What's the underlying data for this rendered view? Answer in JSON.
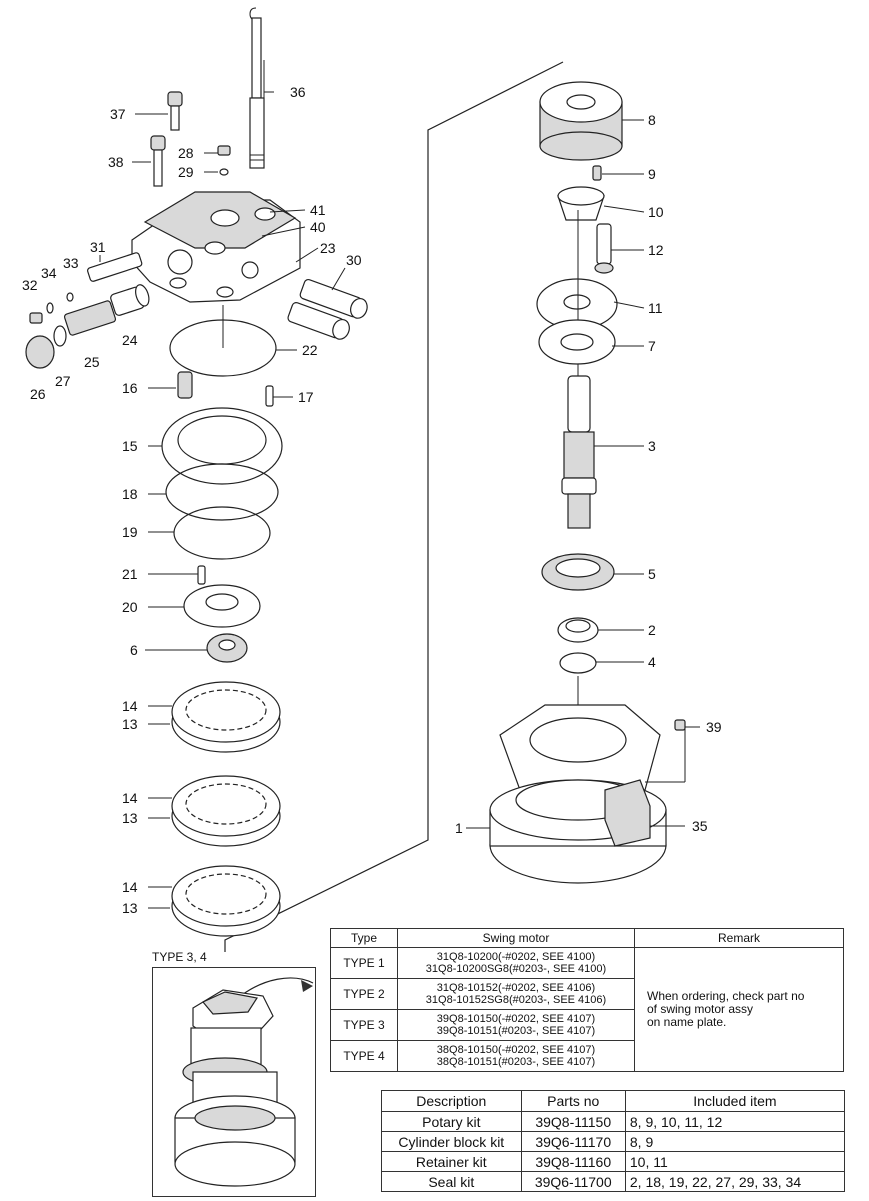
{
  "labels": [
    "1",
    "2",
    "3",
    "4",
    "5",
    "6",
    "7",
    "8",
    "9",
    "10",
    "11",
    "12",
    "13",
    "13",
    "13",
    "14",
    "14",
    "14",
    "15",
    "16",
    "17",
    "18",
    "19",
    "20",
    "21",
    "22",
    "23",
    "24",
    "25",
    "26",
    "27",
    "28",
    "29",
    "30",
    "31",
    "32",
    "33",
    "34",
    "35",
    "36",
    "37",
    "38",
    "39",
    "40",
    "41"
  ],
  "type34_label": "TYPE 3, 4",
  "type_table": {
    "headers": [
      "Type",
      "Swing motor",
      "Remark"
    ],
    "rows": [
      {
        "type": "TYPE 1",
        "motor": [
          "31Q8-10200(-#0202, SEE 4100)",
          "31Q8-10200SG8(#0203-, SEE 4100)"
        ]
      },
      {
        "type": "TYPE 2",
        "motor": [
          "31Q8-10152(-#0202, SEE 4106)",
          "31Q8-10152SG8(#0203-, SEE 4106)"
        ]
      },
      {
        "type": "TYPE 3",
        "motor": [
          "39Q8-10150(-#0202, SEE 4107)",
          "39Q8-10151(#0203-, SEE 4107)"
        ]
      },
      {
        "type": "TYPE 4",
        "motor": [
          "38Q8-10150(-#0202, SEE 4107)",
          "38Q8-10151(#0203-, SEE 4107)"
        ]
      }
    ],
    "remark": [
      "When ordering, check part no",
      "of swing motor assy",
      "on name plate."
    ]
  },
  "kit_table": {
    "headers": [
      "Description",
      "Parts no",
      "Included item"
    ],
    "rows": [
      [
        "Potary kit",
        "39Q8-11150",
        "8, 9, 10, 11, 12"
      ],
      [
        "Cylinder block kit",
        "39Q6-11170",
        "8, 9"
      ],
      [
        "Retainer kit",
        "39Q8-11160",
        "10, 11"
      ],
      [
        "Seal kit",
        "39Q6-11700",
        "2, 18, 19, 22, 27, 29, 33, 34"
      ]
    ]
  }
}
